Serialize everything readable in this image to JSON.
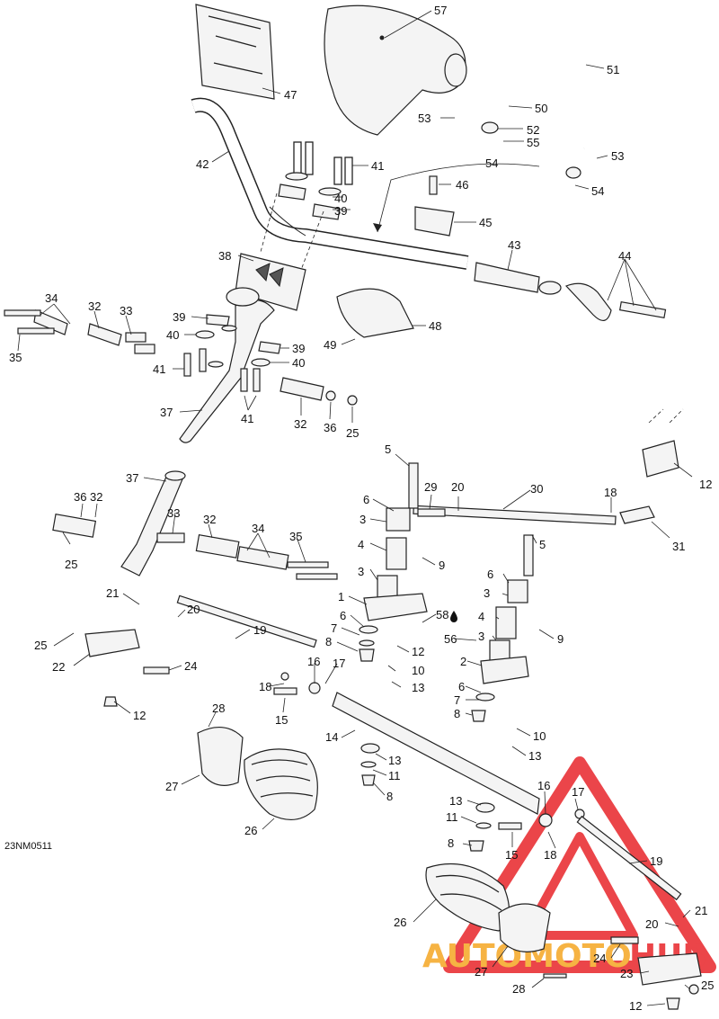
{
  "figure_code": "23NM0511",
  "watermark": {
    "word_left": "AUTOMOTO",
    "word_right": "HUB",
    "color_orange": "#f5a623",
    "color_red": "#e8252a"
  },
  "callouts": [
    {
      "n": "57"
    },
    {
      "n": "47"
    },
    {
      "n": "51"
    },
    {
      "n": "50"
    },
    {
      "n": "53"
    },
    {
      "n": "52"
    },
    {
      "n": "55"
    },
    {
      "n": "54"
    },
    {
      "n": "53"
    },
    {
      "n": "54"
    },
    {
      "n": "42"
    },
    {
      "n": "41"
    },
    {
      "n": "40"
    },
    {
      "n": "39"
    },
    {
      "n": "46"
    },
    {
      "n": "45"
    },
    {
      "n": "38"
    },
    {
      "n": "43"
    },
    {
      "n": "44"
    },
    {
      "n": "34"
    },
    {
      "n": "32"
    },
    {
      "n": "33"
    },
    {
      "n": "35"
    },
    {
      "n": "39"
    },
    {
      "n": "40"
    },
    {
      "n": "41"
    },
    {
      "n": "39"
    },
    {
      "n": "40"
    },
    {
      "n": "48"
    },
    {
      "n": "49"
    },
    {
      "n": "37"
    },
    {
      "n": "41"
    },
    {
      "n": "32"
    },
    {
      "n": "36"
    },
    {
      "n": "25"
    },
    {
      "n": "5"
    },
    {
      "n": "29"
    },
    {
      "n": "20"
    },
    {
      "n": "30"
    },
    {
      "n": "18"
    },
    {
      "n": "12"
    },
    {
      "n": "31"
    },
    {
      "n": "37"
    },
    {
      "n": "36"
    },
    {
      "n": "32"
    },
    {
      "n": "33"
    },
    {
      "n": "32"
    },
    {
      "n": "34"
    },
    {
      "n": "35"
    },
    {
      "n": "25"
    },
    {
      "n": "6"
    },
    {
      "n": "3"
    },
    {
      "n": "4"
    },
    {
      "n": "3"
    },
    {
      "n": "9"
    },
    {
      "n": "5"
    },
    {
      "n": "6"
    },
    {
      "n": "3"
    },
    {
      "n": "4"
    },
    {
      "n": "3"
    },
    {
      "n": "9"
    },
    {
      "n": "1"
    },
    {
      "n": "58"
    },
    {
      "n": "6"
    },
    {
      "n": "7"
    },
    {
      "n": "8"
    },
    {
      "n": "56"
    },
    {
      "n": "12"
    },
    {
      "n": "10"
    },
    {
      "n": "13"
    },
    {
      "n": "21"
    },
    {
      "n": "20"
    },
    {
      "n": "19"
    },
    {
      "n": "25"
    },
    {
      "n": "22"
    },
    {
      "n": "24"
    },
    {
      "n": "16"
    },
    {
      "n": "17"
    },
    {
      "n": "18"
    },
    {
      "n": "15"
    },
    {
      "n": "12"
    },
    {
      "n": "2"
    },
    {
      "n": "6"
    },
    {
      "n": "7"
    },
    {
      "n": "8"
    },
    {
      "n": "10"
    },
    {
      "n": "13"
    },
    {
      "n": "28"
    },
    {
      "n": "14"
    },
    {
      "n": "13"
    },
    {
      "n": "11"
    },
    {
      "n": "8"
    },
    {
      "n": "27"
    },
    {
      "n": "26"
    },
    {
      "n": "13"
    },
    {
      "n": "11"
    },
    {
      "n": "8"
    },
    {
      "n": "16"
    },
    {
      "n": "17"
    },
    {
      "n": "15"
    },
    {
      "n": "18"
    },
    {
      "n": "19"
    },
    {
      "n": "26"
    },
    {
      "n": "21"
    },
    {
      "n": "20"
    },
    {
      "n": "27"
    },
    {
      "n": "24"
    },
    {
      "n": "23"
    },
    {
      "n": "25"
    },
    {
      "n": "28"
    },
    {
      "n": "12"
    }
  ]
}
